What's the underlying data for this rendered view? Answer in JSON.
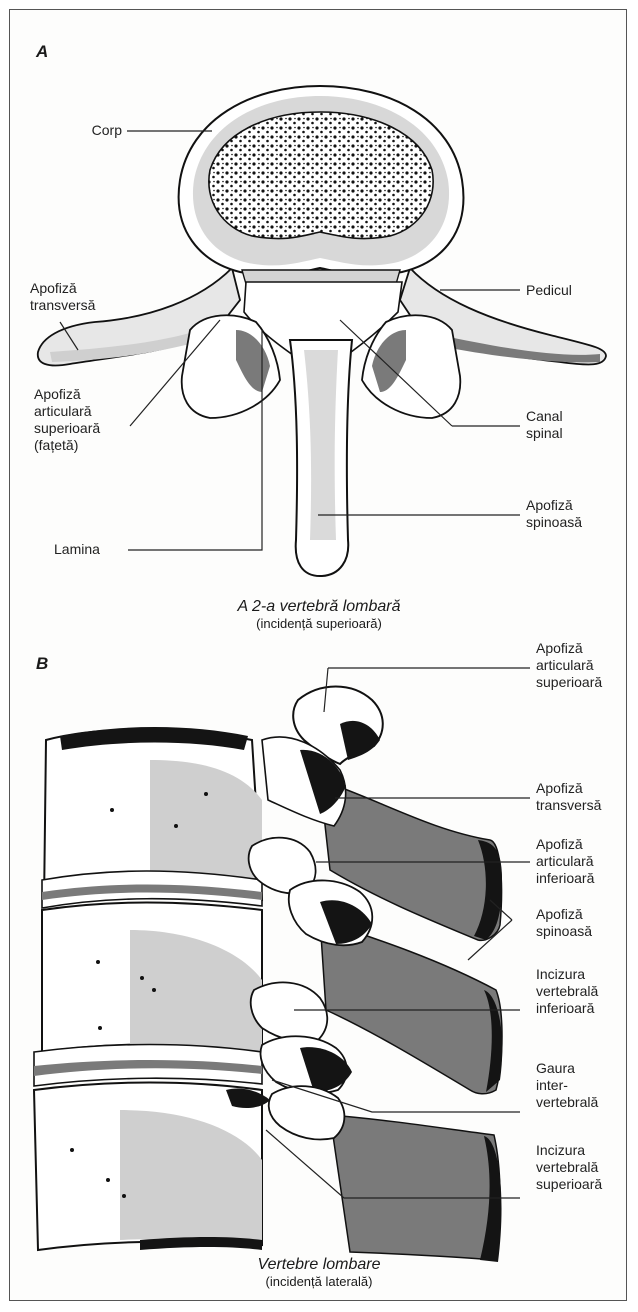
{
  "panel_a": {
    "letter": "A",
    "labels": {
      "corp": "Corp",
      "apofiza_transversa": [
        "Apofiză",
        "transversă"
      ],
      "pedicul": "Pedicul",
      "apofiza_articulara_superioara": [
        "Apofiză",
        "articulară",
        "superioară",
        "(fațetă)"
      ],
      "canal_spinal": [
        "Canal",
        "spinal"
      ],
      "apofiza_spinoasa": [
        "Apofiză",
        "spinoasă"
      ],
      "lamina": "Lamina"
    },
    "caption": {
      "title": "A 2-a vertebră lombară",
      "subtitle": "(incidență superioară)"
    }
  },
  "panel_b": {
    "letter": "B",
    "labels": {
      "apofiza_articulara_superioara": [
        "Apofiză",
        "articulară",
        "superioară"
      ],
      "apofiza_transversa": [
        "Apofiză",
        "transversă"
      ],
      "apofiza_articulara_inferioara": [
        "Apofiză",
        "articulară",
        "inferioară"
      ],
      "apofiza_spinoasa": [
        "Apofiză",
        "spinoasă"
      ],
      "incizura_vertebrala_inferioara": [
        "Incizura",
        "vertebrală",
        "inferioară"
      ],
      "gaura_intervertebrala": [
        "Gaura",
        "inter-",
        "vertebrală"
      ],
      "incizura_vertebrala_superioara": [
        "Incizura",
        "vertebrală",
        "superioară"
      ]
    },
    "caption": {
      "title": "Vertebre lombare",
      "subtitle": "(incidență laterală)"
    }
  },
  "colors": {
    "bone_white": "#ffffff",
    "light_gray": "#cfcfcf",
    "mid_gray": "#7a7a7a",
    "dark": "#141414",
    "outline": "#111111"
  }
}
